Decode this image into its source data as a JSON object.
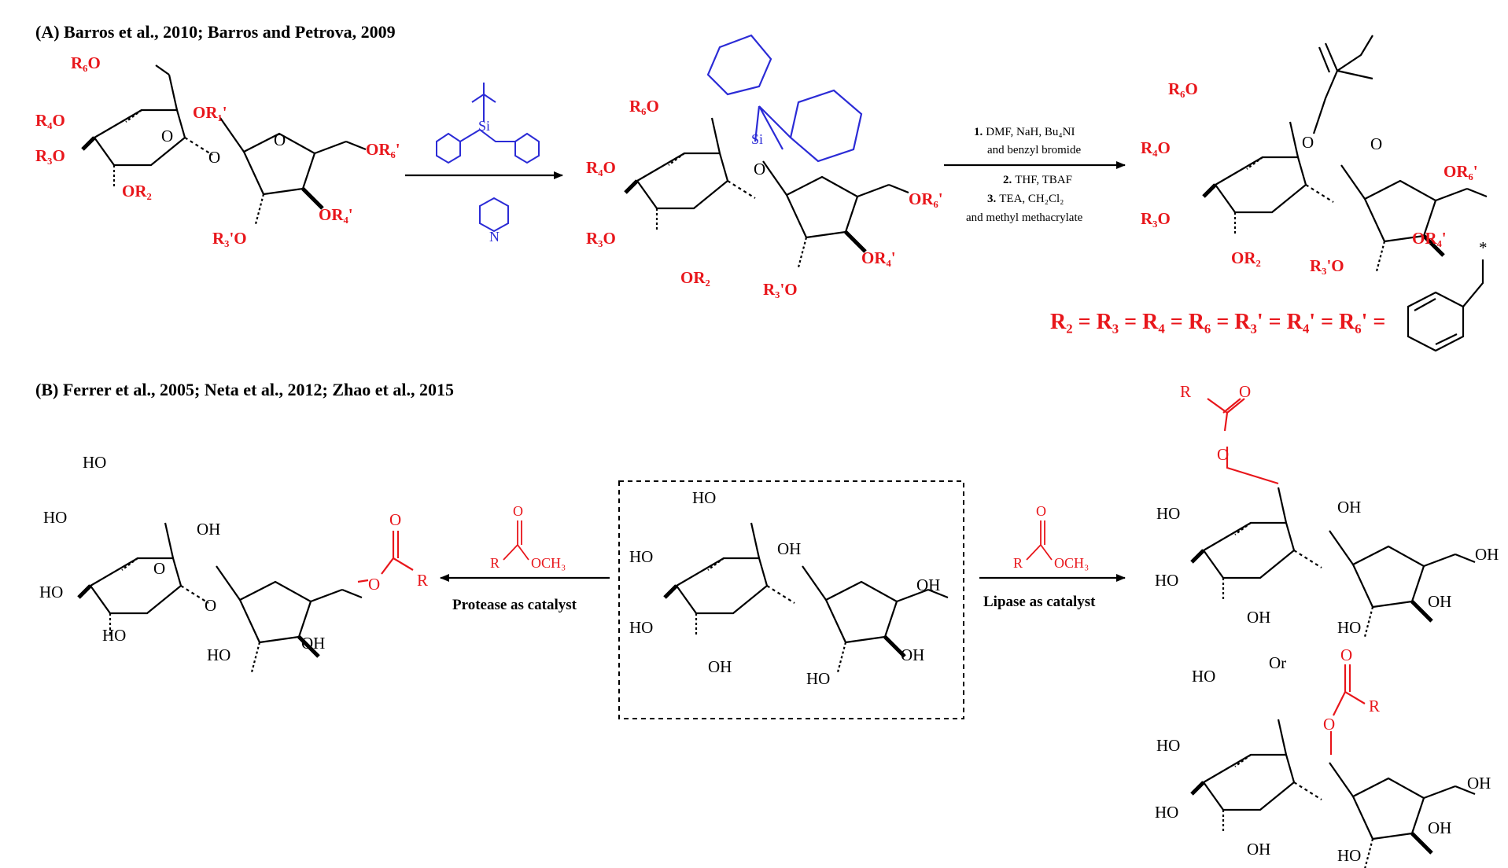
{
  "colors": {
    "black": "#000000",
    "red": "#e8161b",
    "blue": "#2b2bd6"
  },
  "section_a": {
    "title": "(A) Barros et al., 2010; Barros and Petrova, 2009"
  },
  "section_b": {
    "title": "(B) Ferrer et al., 2005; Neta et al., 2012; Zhao et al., 2015"
  },
  "labels": {
    "R6O": "R₆O",
    "R4O": "R₄O",
    "R3O": "R₃O",
    "OR2": "OR₂",
    "OR1p": "OR₁'",
    "OR6p": "OR₆'",
    "R3pO": "R₃'O",
    "OR4p": "OR₄'",
    "O": "O",
    "Si": "Si",
    "N": "N",
    "HO": "HO",
    "OH": "OH",
    "R": "R",
    "OCH3": "OCH₃",
    "Or": "Or"
  },
  "step1": {
    "reagent_note": ""
  },
  "step2": {
    "line1_num": "1.",
    "line1": "DMF, NaH, Bu₄NI",
    "line2": "and benzyl bromide",
    "line3_num": "2.",
    "line3": "THF, TBAF",
    "line4_num": "3.",
    "line4": "TEA, CH₂Cl₂",
    "line5": "and methyl methacrylate"
  },
  "rgroup_rule": "R₂ = R₃ = R₄ = R₆ = R₃' = R₄' = R₆' =",
  "star": "*",
  "protease": "Protease as catalyst",
  "lipase": "Lipase as catalyst"
}
